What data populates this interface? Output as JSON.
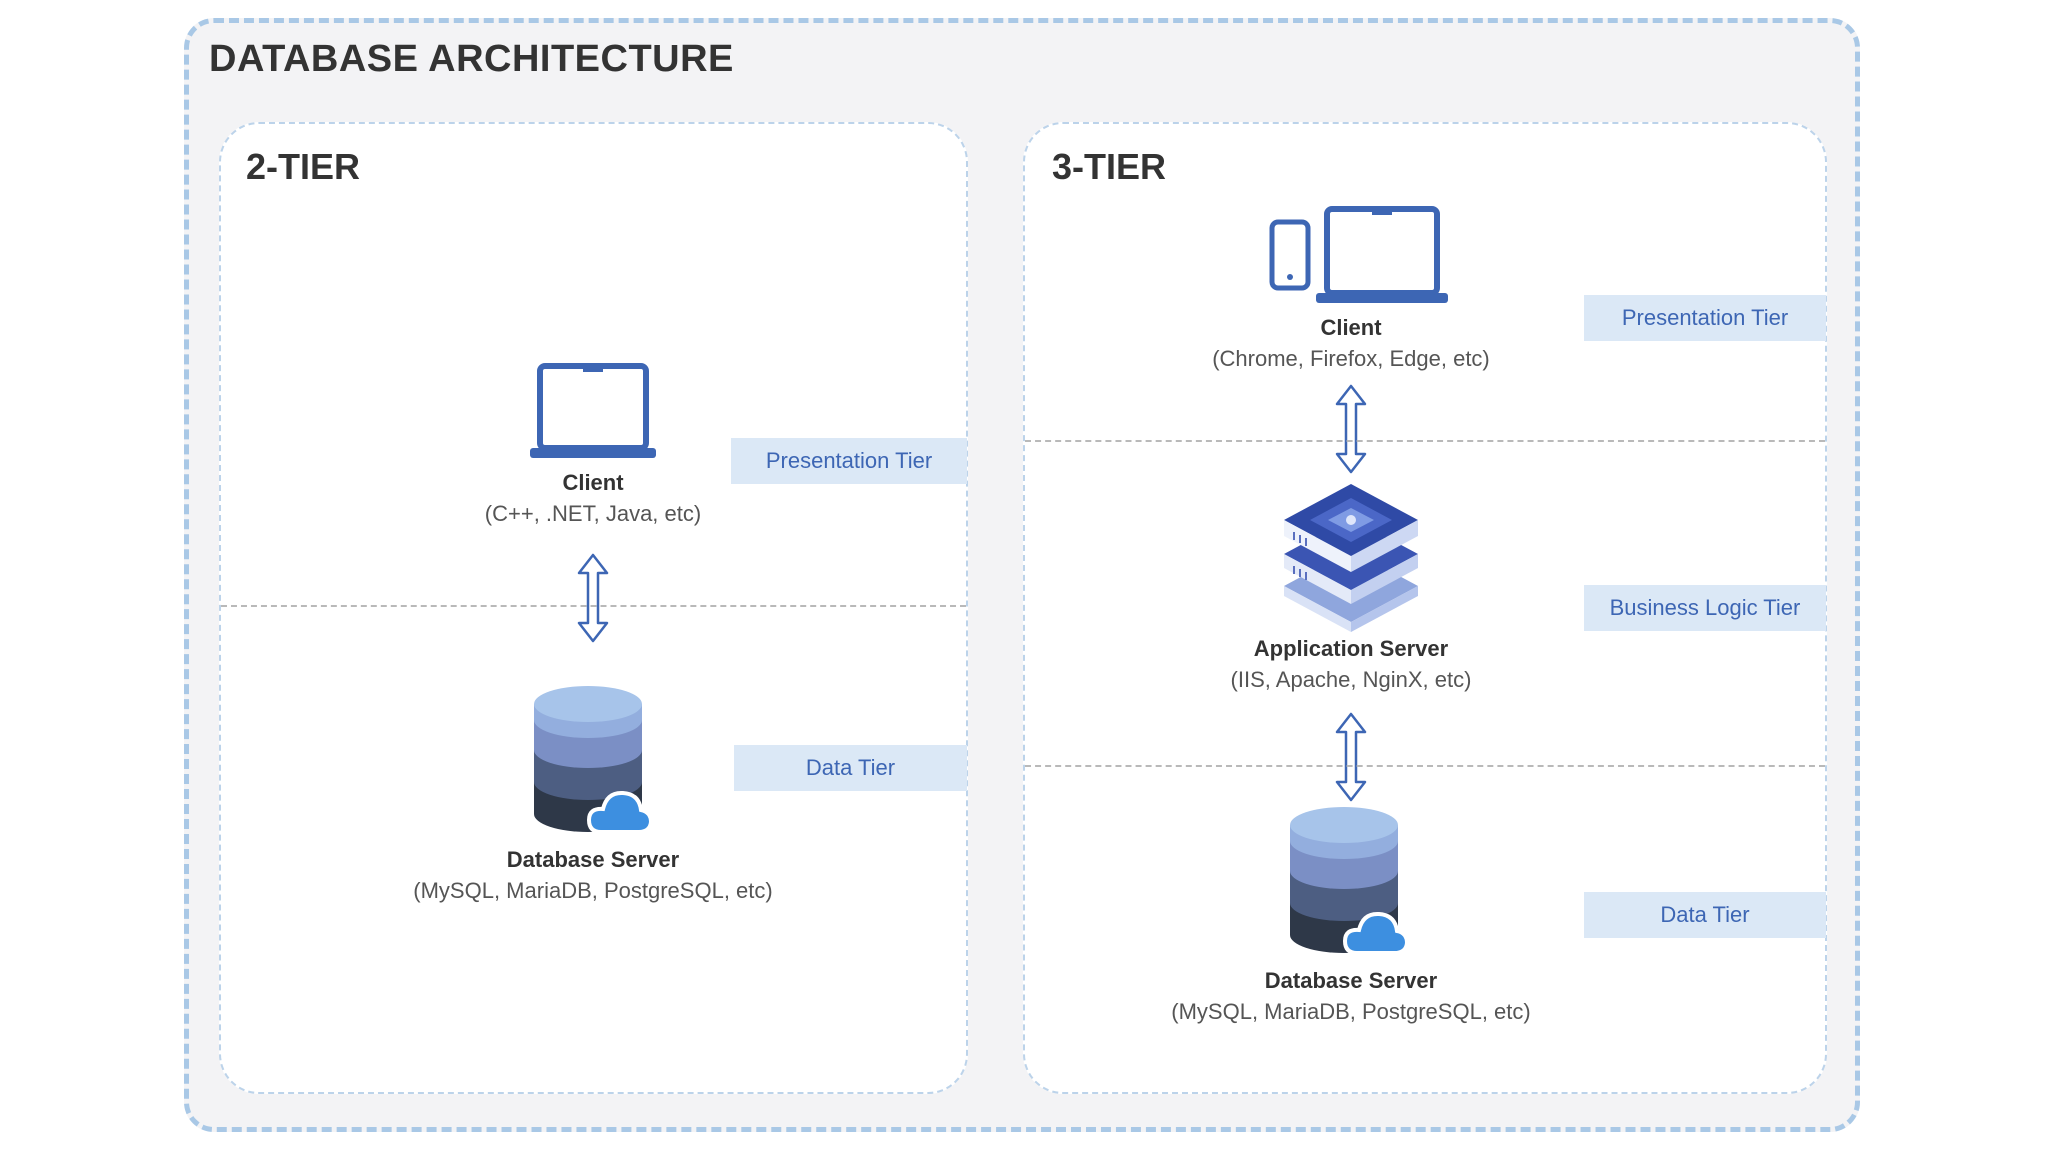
{
  "title": "DATABASE ARCHITECTURE",
  "two_tier": {
    "title": "2-TIER",
    "client": {
      "name": "Client",
      "desc": "(C++, .NET, Java, etc)"
    },
    "database": {
      "name": "Database Server",
      "desc": "(MySQL, MariaDB, PostgreSQL, etc)"
    },
    "tags": {
      "presentation": "Presentation Tier",
      "data": "Data Tier"
    }
  },
  "three_tier": {
    "title": "3-TIER",
    "client": {
      "name": "Client",
      "desc": "(Chrome, Firefox, Edge, etc)"
    },
    "app_server": {
      "name": "Application Server",
      "desc": "(IIS, Apache, NginX, etc)"
    },
    "database": {
      "name": "Database Server",
      "desc": "(MySQL, MariaDB, PostgreSQL, etc)"
    },
    "tags": {
      "presentation": "Presentation Tier",
      "business": "Business Logic Tier",
      "data": "Data Tier"
    }
  },
  "colors": {
    "accent": "#3d66b4",
    "tag_background": "#dbe8f6",
    "outer_border": "#a9c8e6",
    "panel_border": "#bcd3ea"
  },
  "icons": [
    "laptop-icon",
    "phone-icon",
    "database-icon",
    "cloud-icon",
    "server-stack-icon",
    "double-arrow-icon"
  ]
}
